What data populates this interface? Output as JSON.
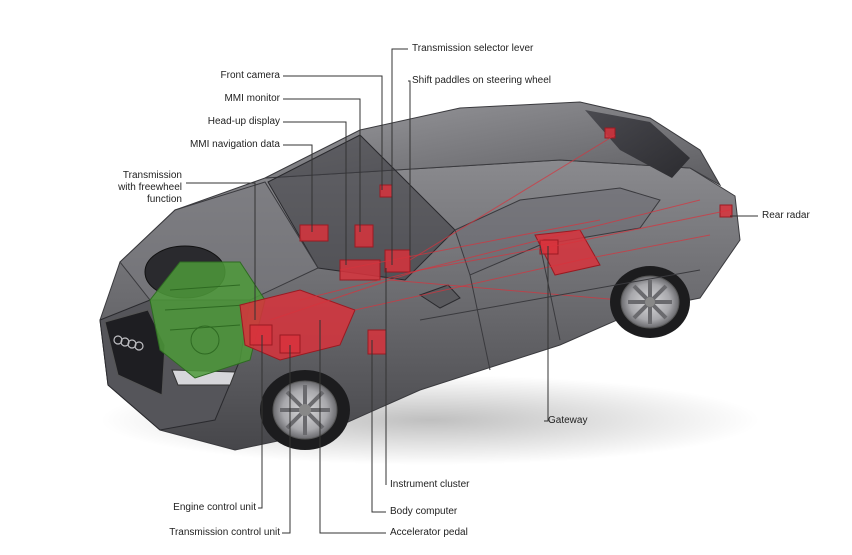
{
  "diagram": {
    "labels": {
      "transmission_selector_lever": "Transmission selector lever",
      "shift_paddles": "Shift paddles on steering wheel",
      "front_camera": "Front camera",
      "mmi_monitor": "MMI monitor",
      "head_up_display": "Head-up display",
      "mmi_navigation_data": "MMI navigation data",
      "transmission_freewheel_1": "Transmission",
      "transmission_freewheel_2": "with freewheel",
      "transmission_freewheel_3": "function",
      "rear_radar": "Rear radar",
      "gateway": "Gateway",
      "instrument_cluster": "Instrument cluster",
      "body_computer": "Body computer",
      "accelerator_pedal": "Accelerator pedal",
      "engine_control_unit": "Engine control unit",
      "transmission_control_unit": "Transmission control unit"
    },
    "colors": {
      "car_body": "#6e6e72",
      "car_dark": "#3d3d41",
      "component_red": "#d8323c",
      "engine_green": "#4e9a3a",
      "leader_line": "#333333"
    }
  }
}
